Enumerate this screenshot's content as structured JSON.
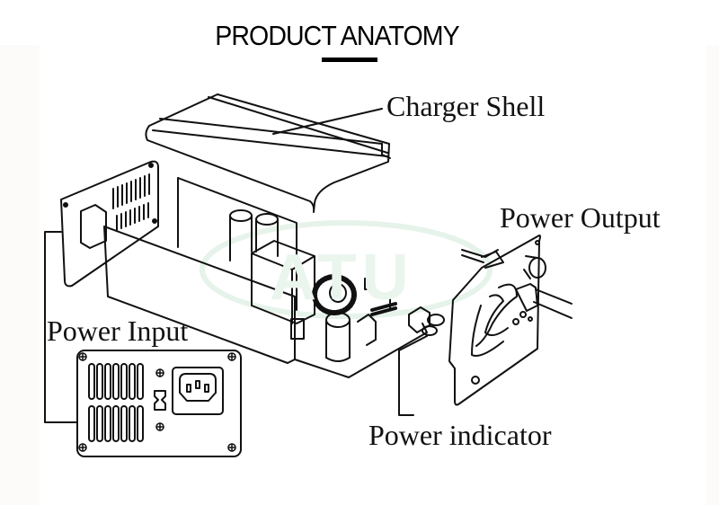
{
  "header": {
    "title": "PRODUCT ANATOMY"
  },
  "watermark": {
    "text": "ATU",
    "color": "#eaf5ee"
  },
  "labels": {
    "charger_shell": "Charger Shell",
    "power_output": "Power Output",
    "power_input": "Power Input",
    "power_indicator": "Power indicator"
  },
  "colors": {
    "line": "#111111",
    "background": "#ffffff",
    "watermark_ring": "#e6f3ea"
  }
}
